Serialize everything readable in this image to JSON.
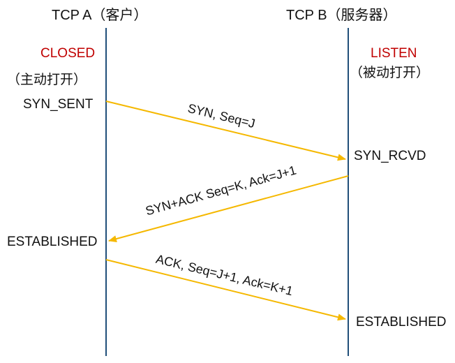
{
  "lanes": {
    "left_title": "TCP A（客户）",
    "right_title": "TCP B（服务器）"
  },
  "states": {
    "a_closed": "CLOSED",
    "a_note": "（主动打开）",
    "a_syn_sent": "SYN_SENT",
    "a_established": "ESTABLISHED",
    "b_listen": "LISTEN",
    "b_note": "（被动打开）",
    "b_syn_rcvd": "SYN_RCVD",
    "b_established": "ESTABLISHED"
  },
  "messages": {
    "m1": "SYN, Seq=J",
    "m2": "SYN+ACK Seq=K, Ack=J+1",
    "m3": "ACK, Seq=J+1, Ack=K+1"
  },
  "colors": {
    "lifeline": "#1f4e79",
    "arrow": "#f5b800",
    "state_highlight": "#c00000",
    "text": "#111111"
  }
}
